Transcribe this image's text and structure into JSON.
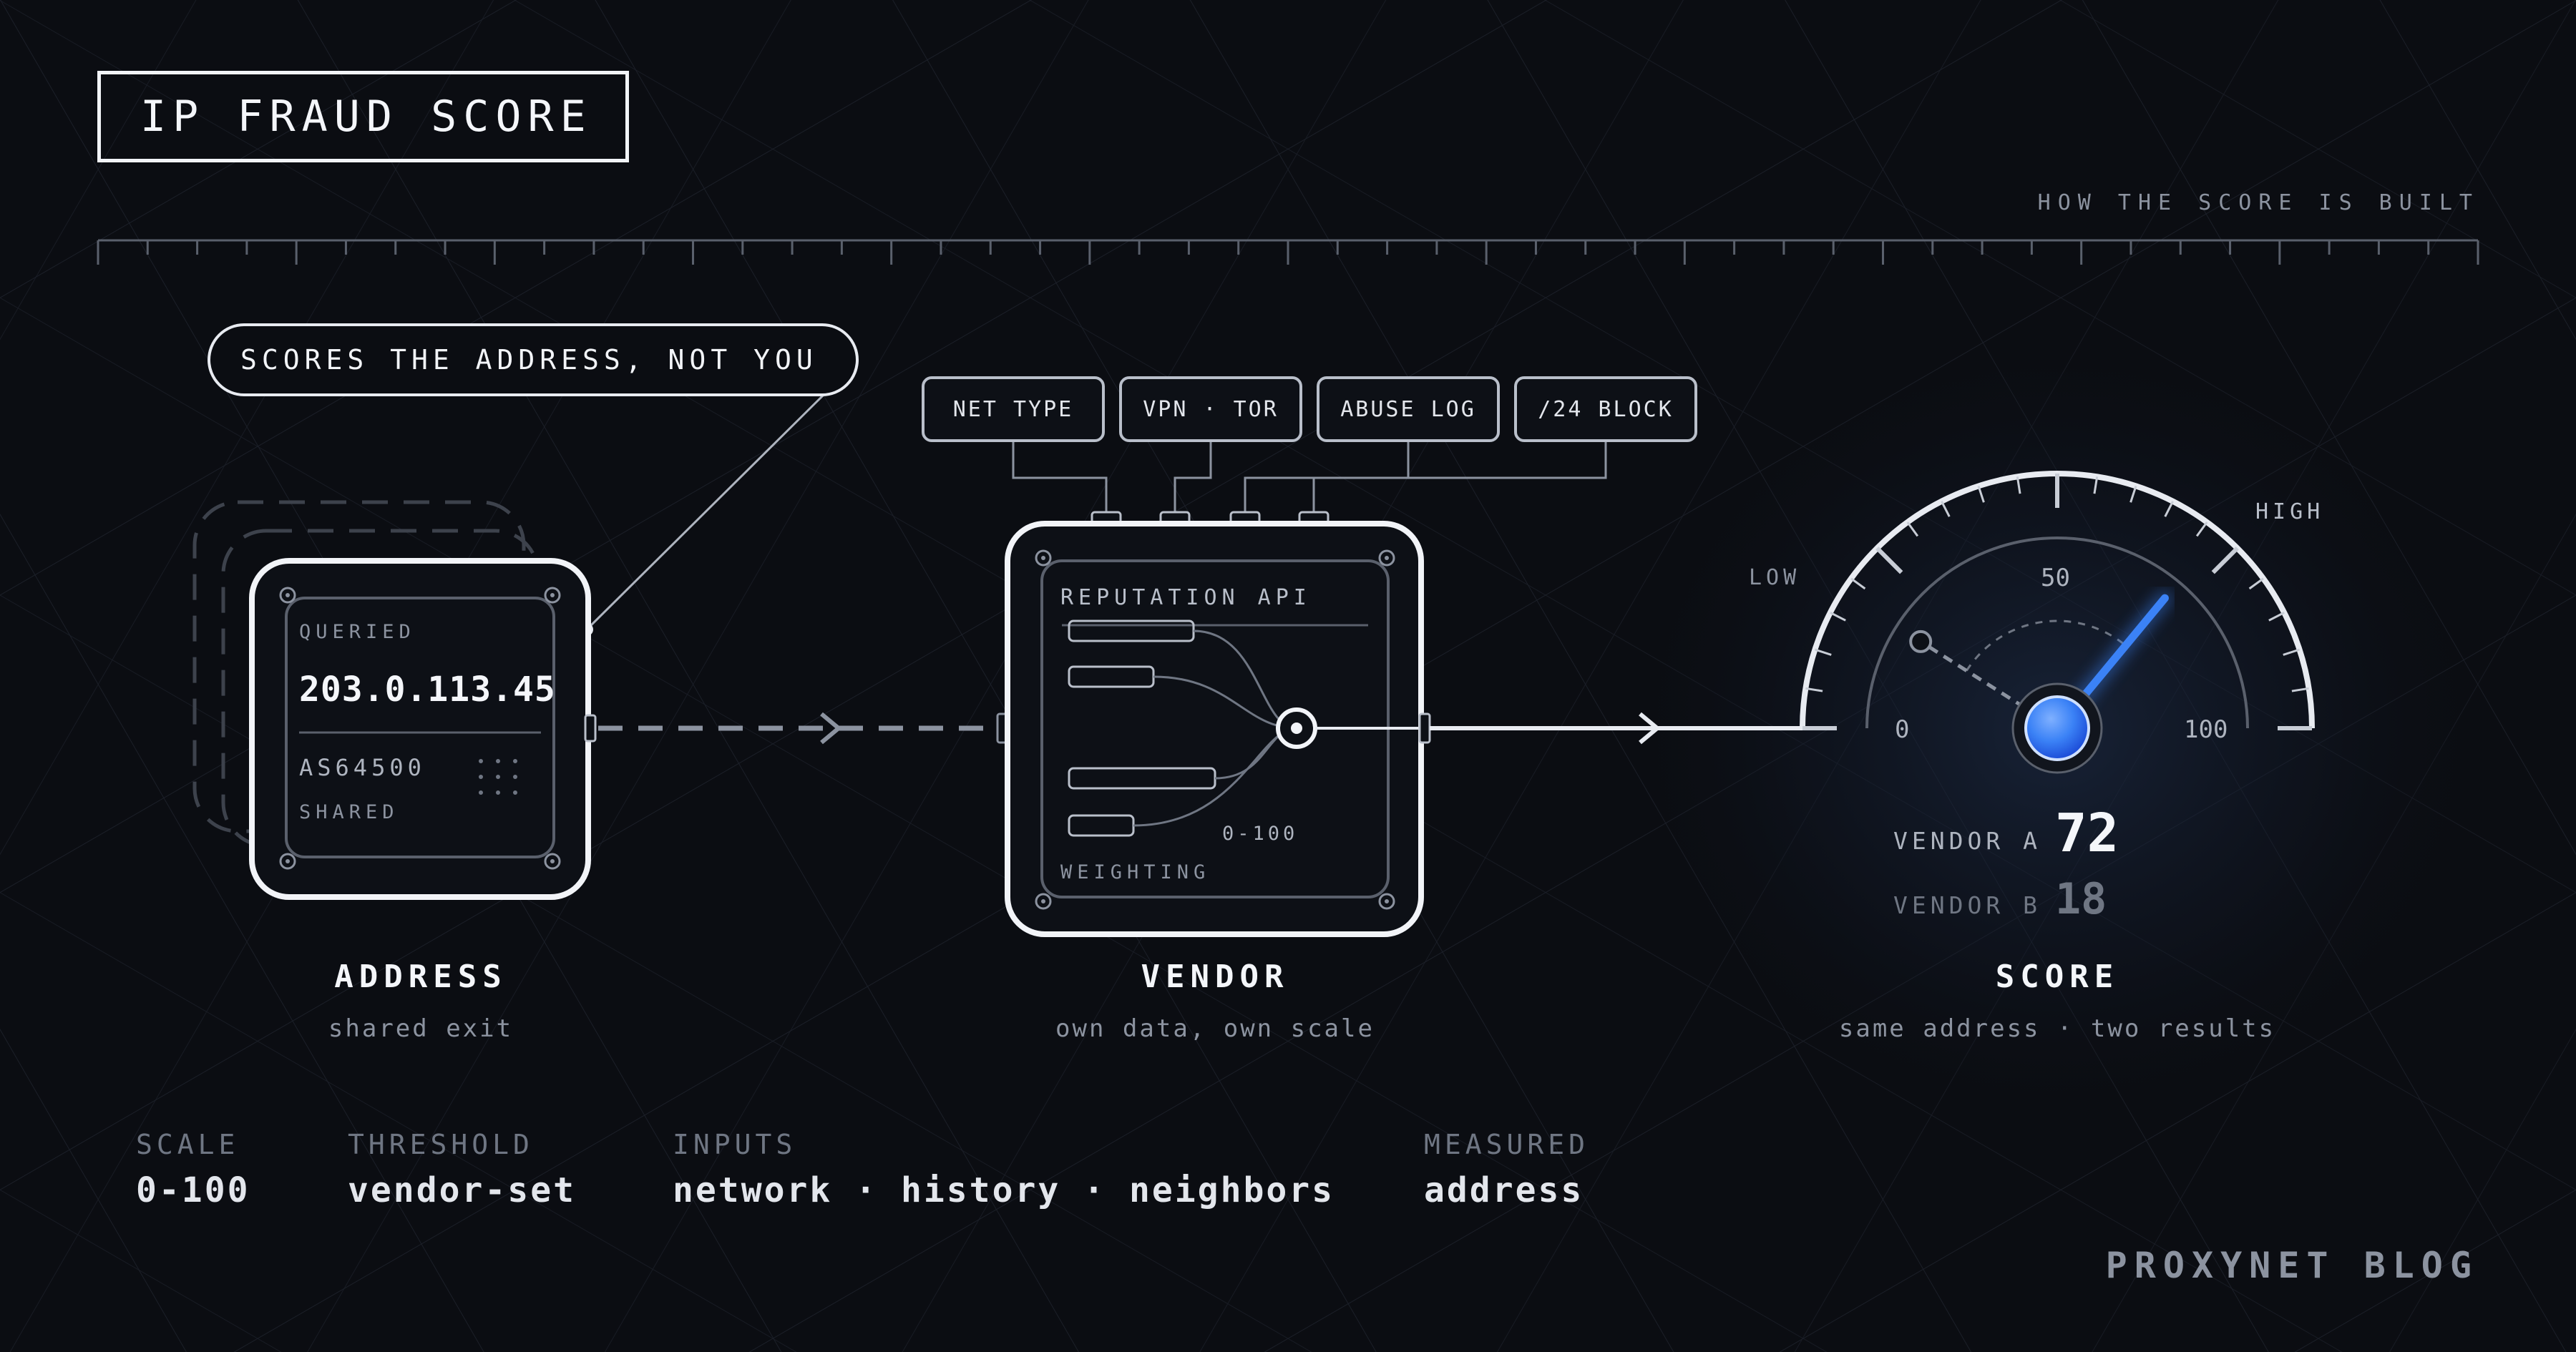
{
  "header": {
    "title": "IP FRAUD SCORE",
    "kicker": "HOW THE SCORE IS BUILT"
  },
  "callout": "SCORES THE ADDRESS, NOT YOU",
  "address_card": {
    "label": "QUERIED",
    "ip": "203.0.113.45",
    "asn": "AS64500",
    "tag": "SHARED"
  },
  "vendor_card": {
    "label": "REPUTATION API",
    "range": "0-100",
    "footer": "WEIGHTING"
  },
  "inputs": [
    "NET TYPE",
    "VPN · TOR",
    "ABUSE LOG",
    "/24 BLOCK"
  ],
  "gauge": {
    "low_label": "LOW",
    "high_label": "HIGH",
    "tick_min": "0",
    "tick_mid": "50",
    "tick_max": "100",
    "min": 0,
    "max": 100,
    "needle_value": 72,
    "ghost_value": 18,
    "accent": "#3b82f6"
  },
  "results": [
    {
      "label": "VENDOR A",
      "value": "72"
    },
    {
      "label": "VENDOR B",
      "value": "18"
    }
  ],
  "nodes": [
    {
      "title": "ADDRESS",
      "subtitle": "shared exit"
    },
    {
      "title": "VENDOR",
      "subtitle": "own data, own scale"
    },
    {
      "title": "SCORE",
      "subtitle": "same address · two results"
    }
  ],
  "meta": [
    {
      "key": "SCALE",
      "value": "0-100"
    },
    {
      "key": "THRESHOLD",
      "value": "vendor-set"
    },
    {
      "key": "INPUTS",
      "value": "network · history · neighbors"
    },
    {
      "key": "MEASURED",
      "value": "address"
    }
  ],
  "brand": "PROXYNET BLOG",
  "colors": {
    "background": "#0b0d12",
    "line": "#e8ebf1",
    "muted": "#8c93a0",
    "accent": "#3b82f6"
  }
}
